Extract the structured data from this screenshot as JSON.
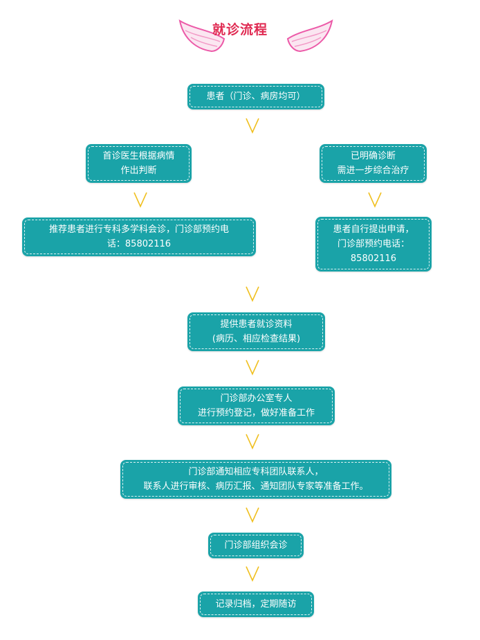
{
  "title": "就诊流程",
  "colors": {
    "box": "#1aa3a8",
    "arrow": "#f0c020",
    "title": "#e02a52",
    "wing": "#ec5aa8"
  },
  "nodes": {
    "patient": "患者（门诊、病房均可）",
    "first_doctor": {
      "line1": "首诊医生根据病情",
      "line2": "作出判断"
    },
    "diagnosed": {
      "line1": "已明确诊断",
      "line2": "需进一步综合治疗"
    },
    "recommend": {
      "line1": "推荐患者进行专科多学科会诊，门诊部预约电",
      "line2": "话：85802116"
    },
    "self_apply": {
      "line1": "患者自行提出申请，",
      "line2": "门诊部预约电话：",
      "line3": "85802116"
    },
    "provide": {
      "line1": "提供患者就诊资料",
      "line2": "(病历、相应检查结果)"
    },
    "office": {
      "line1": "门诊部办公室专人",
      "line2": "进行预约登记，做好准备工作"
    },
    "notify": {
      "line1": "门诊部通知相应专科团队联系人，",
      "line2": "联系人进行审核、病历汇报、通知团队专家等准备工作。"
    },
    "organize": "门诊部组织会诊",
    "record": "记录归档，定期随访"
  }
}
